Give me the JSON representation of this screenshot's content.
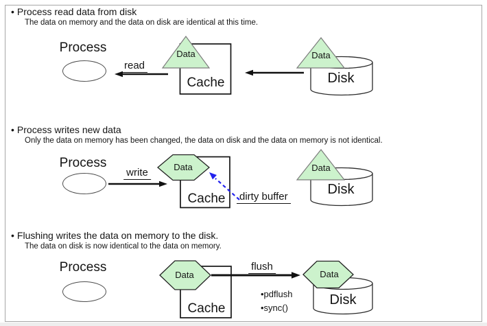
{
  "canvas": {
    "background": "#ffffff",
    "border_color": "#a6a6a6",
    "green": "#ccf2cc",
    "blue": "#2222ee"
  },
  "bullet": "•",
  "rows": [
    {
      "title": "Process read data from disk",
      "subtitle": "The data on memory and the data on disk are identical at this time.",
      "process": "Process",
      "cache": "Cache",
      "disk": "Disk",
      "cache_data": "Data",
      "disk_data": "Data",
      "arrow": "read"
    },
    {
      "title": "Process writes new data",
      "subtitle": "Only the data on memory has been changed, the data on disk and the data on memory is not identical.",
      "process": "Process",
      "cache": "Cache",
      "disk": "Disk",
      "cache_data": "Data",
      "disk_data": "Data",
      "arrow": "write",
      "dirty_buffer": "dirty buffer"
    },
    {
      "title": "Flushing writes the data on memory to the disk.",
      "subtitle": "The data on disk is now identical to the data on memory.",
      "process": "Process",
      "cache": "Cache",
      "disk": "Disk",
      "cache_data": "Data",
      "disk_data": "Data",
      "arrow": "flush",
      "mechanisms": [
        "•pdflush",
        "•sync()"
      ]
    }
  ]
}
